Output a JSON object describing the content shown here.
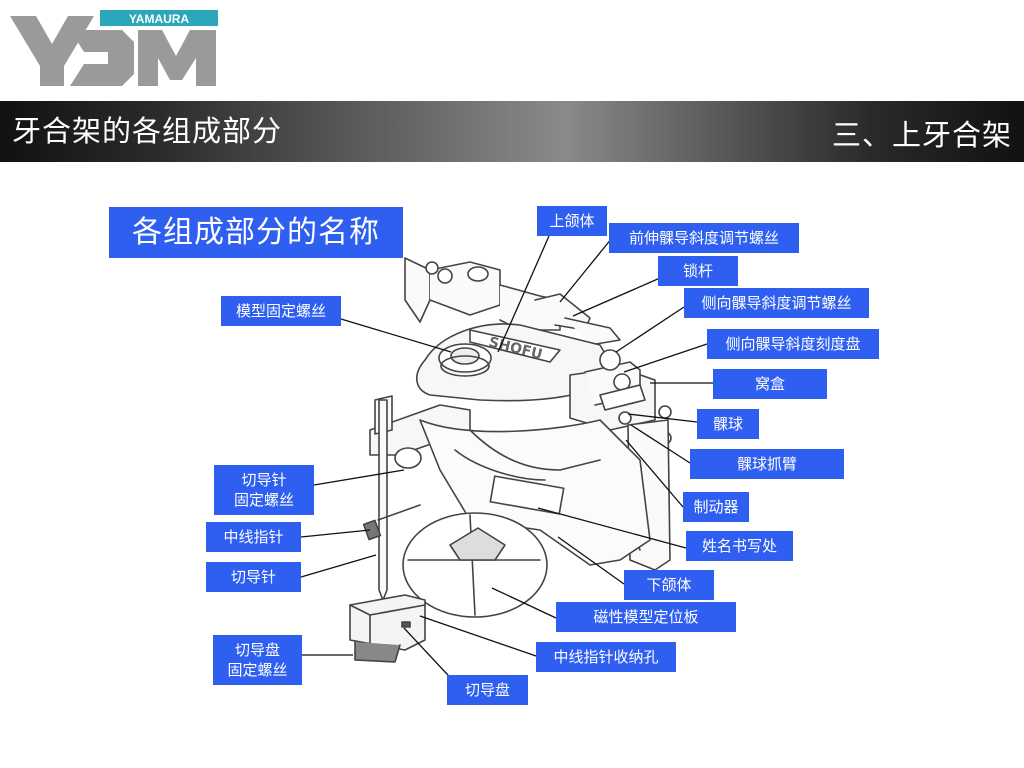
{
  "logo": {
    "brand": "YAMAURA",
    "mark": "YDM"
  },
  "header": {
    "title_left": "牙合架的各组成部分",
    "title_right": "三、上牙合架"
  },
  "diagram": {
    "heading": "各组成部分的名称",
    "labels": {
      "upper_jaw": "上颌体",
      "protrusive_screw": "前伸髁导斜度调节螺丝",
      "lock_rod": "锁杆",
      "lateral_screw": "侧向髁导斜度调节螺丝",
      "lateral_dial": "侧向髁导斜度刻度盘",
      "fossa_box": "窝盒",
      "condyle_ball": "髁球",
      "condyle_arm": "髁球抓臂",
      "stopper": "制动器",
      "name_area": "姓名书写处",
      "lower_jaw": "下颌体",
      "magnetic_plate": "磁性模型定位板",
      "midline_hole": "中线指针收纳孔",
      "incisal_table": "切导盘",
      "model_screw": "模型固定螺丝",
      "pin_screw": "切导针\n固定螺丝",
      "midline_pointer": "中线指针",
      "incisal_pin": "切导针",
      "table_screw": "切导盘\n固定螺丝"
    }
  },
  "colors": {
    "label_bg": "#2f5ff0",
    "label_text": "#ffffff"
  }
}
